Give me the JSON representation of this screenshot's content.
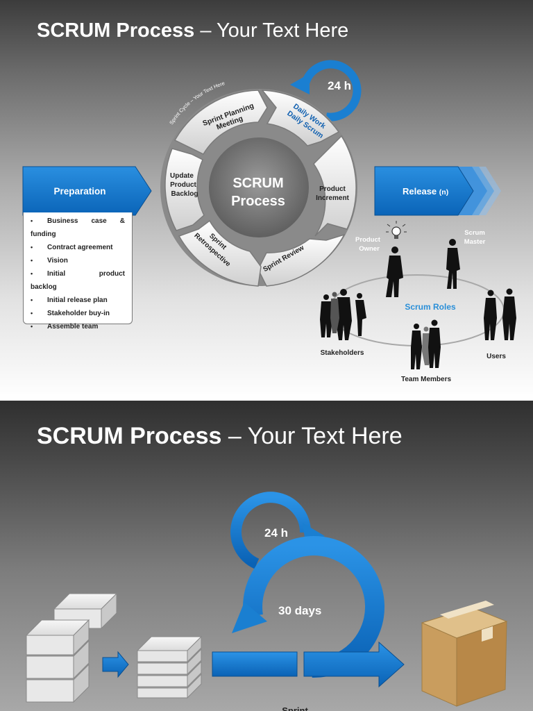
{
  "slide1": {
    "title_bold": "SCRUM Process",
    "title_sep": "–",
    "title_rest": "Your Text Here",
    "cycle_label": "Sprint Cycle – Your Text Here",
    "daily_loop": "24 h",
    "center_line1": "SCRUM",
    "center_line2": "Process",
    "segments": {
      "planning_1": "Sprint Planning",
      "planning_2": "Meeting",
      "daily_1": "Daily Work",
      "daily_2": "Daily Scrum",
      "increment_1": "Product",
      "increment_2": "Increment",
      "review": "Sprint Review",
      "retro_1": "Sprint",
      "retro_2": "Retrospective",
      "backlog_1": "Update",
      "backlog_2": "Product",
      "backlog_3": "Backlog"
    },
    "preparation_label": "Preparation",
    "preparation_items": [
      {
        "main": "Business case &",
        "cont": "funding"
      },
      {
        "main": "Contract agreement"
      },
      {
        "main": "Vision"
      },
      {
        "main": "Initial product",
        "cont": "backlog"
      },
      {
        "main": "Initial release plan"
      },
      {
        "main": "Stakeholder buy-in"
      },
      {
        "main": "Assemble team"
      }
    ],
    "release_label": "Release",
    "release_suffix": "(n)",
    "roles": {
      "center": "Scrum Roles",
      "product_owner_1": "Product",
      "product_owner_2": "Owner",
      "scrum_master_1": "Scrum",
      "scrum_master_2": "Master",
      "stakeholders": "Stakeholders",
      "users": "Users",
      "team_members": "Team Members"
    }
  },
  "slide2": {
    "title_bold": "SCRUM Process",
    "title_sep": "–",
    "title_rest": "Your Text Here",
    "daily_loop": "24 h",
    "sprint_loop": "30 days",
    "sprint_label": "Sprint"
  },
  "colors": {
    "accent_blue": "#1a7fd1",
    "dark_blue": "#0d5aa0",
    "role_text": "#2a8fd8"
  }
}
